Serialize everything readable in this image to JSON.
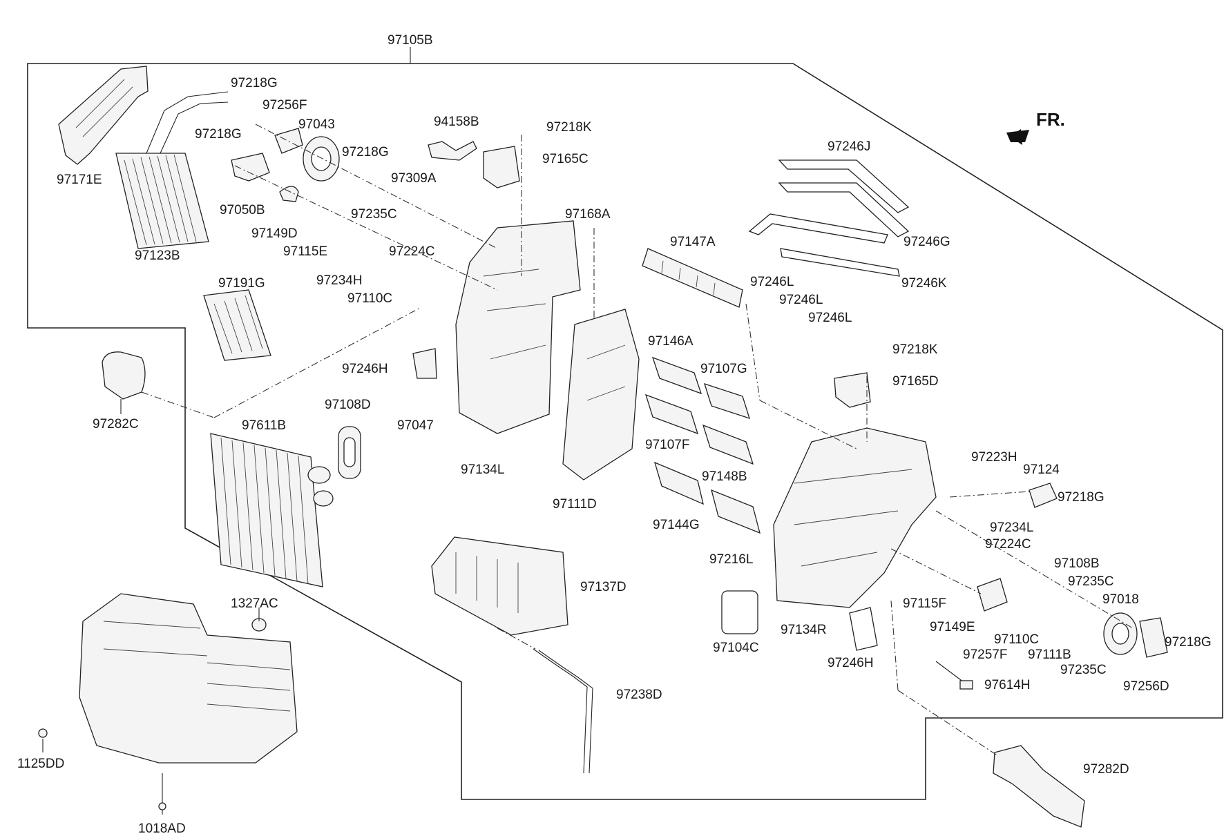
{
  "direction_label": "FR.",
  "assembly_label": "97105B",
  "parts": [
    {
      "id": "97218G_a",
      "text": "97218G"
    },
    {
      "id": "97256F",
      "text": "97256F"
    },
    {
      "id": "97043",
      "text": "97043"
    },
    {
      "id": "97218G_b",
      "text": "97218G"
    },
    {
      "id": "97218G_c",
      "text": "97218G"
    },
    {
      "id": "97171E",
      "text": "97171E"
    },
    {
      "id": "97050B",
      "text": "97050B"
    },
    {
      "id": "97309A",
      "text": "97309A"
    },
    {
      "id": "97235C_a",
      "text": "97235C"
    },
    {
      "id": "97149D",
      "text": "97149D"
    },
    {
      "id": "97115E",
      "text": "97115E"
    },
    {
      "id": "97224C_a",
      "text": "97224C"
    },
    {
      "id": "97123B",
      "text": "97123B"
    },
    {
      "id": "97234H",
      "text": "97234H"
    },
    {
      "id": "97110C_a",
      "text": "97110C"
    },
    {
      "id": "94158B",
      "text": "94158B"
    },
    {
      "id": "97218K_a",
      "text": "97218K"
    },
    {
      "id": "97165C",
      "text": "97165C"
    },
    {
      "id": "97168A",
      "text": "97168A"
    },
    {
      "id": "97191G",
      "text": "97191G"
    },
    {
      "id": "97246H_a",
      "text": "97246H"
    },
    {
      "id": "97047",
      "text": "97047"
    },
    {
      "id": "97282C",
      "text": "97282C"
    },
    {
      "id": "97108D",
      "text": "97108D"
    },
    {
      "id": "97611B",
      "text": "97611B"
    },
    {
      "id": "97134L",
      "text": "97134L"
    },
    {
      "id": "97111D",
      "text": "97111D"
    },
    {
      "id": "97147A",
      "text": "97147A"
    },
    {
      "id": "97146A",
      "text": "97146A"
    },
    {
      "id": "97107G",
      "text": "97107G"
    },
    {
      "id": "97107F",
      "text": "97107F"
    },
    {
      "id": "97148B",
      "text": "97148B"
    },
    {
      "id": "97144G",
      "text": "97144G"
    },
    {
      "id": "97216L",
      "text": "97216L"
    },
    {
      "id": "97246J",
      "text": "97246J"
    },
    {
      "id": "97246G",
      "text": "97246G"
    },
    {
      "id": "97246L_a",
      "text": "97246L"
    },
    {
      "id": "97246L_b",
      "text": "97246L"
    },
    {
      "id": "97246L_c",
      "text": "97246L"
    },
    {
      "id": "97246K",
      "text": "97246K"
    },
    {
      "id": "97218K_b",
      "text": "97218K"
    },
    {
      "id": "97165D",
      "text": "97165D"
    },
    {
      "id": "97223H",
      "text": "97223H"
    },
    {
      "id": "97124",
      "text": "97124"
    },
    {
      "id": "97218G_d",
      "text": "97218G"
    },
    {
      "id": "97234L",
      "text": "97234L"
    },
    {
      "id": "97224C_b",
      "text": "97224C"
    },
    {
      "id": "97108B",
      "text": "97108B"
    },
    {
      "id": "97235C_b",
      "text": "97235C"
    },
    {
      "id": "97018",
      "text": "97018"
    },
    {
      "id": "97218G_e",
      "text": "97218G"
    },
    {
      "id": "97115F",
      "text": "97115F"
    },
    {
      "id": "97149E",
      "text": "97149E"
    },
    {
      "id": "97110C_b",
      "text": "97110C"
    },
    {
      "id": "97111B",
      "text": "97111B"
    },
    {
      "id": "97235C_c",
      "text": "97235C"
    },
    {
      "id": "97256D",
      "text": "97256D"
    },
    {
      "id": "97257F",
      "text": "97257F"
    },
    {
      "id": "97134R",
      "text": "97134R"
    },
    {
      "id": "97246H_b",
      "text": "97246H"
    },
    {
      "id": "97104C",
      "text": "97104C"
    },
    {
      "id": "97614H",
      "text": "97614H"
    },
    {
      "id": "97137D",
      "text": "97137D"
    },
    {
      "id": "97238D",
      "text": "97238D"
    },
    {
      "id": "1327AC",
      "text": "1327AC"
    },
    {
      "id": "1125DD",
      "text": "1125DD"
    },
    {
      "id": "1018AD",
      "text": "1018AD"
    },
    {
      "id": "97282D",
      "text": "97282D"
    }
  ]
}
